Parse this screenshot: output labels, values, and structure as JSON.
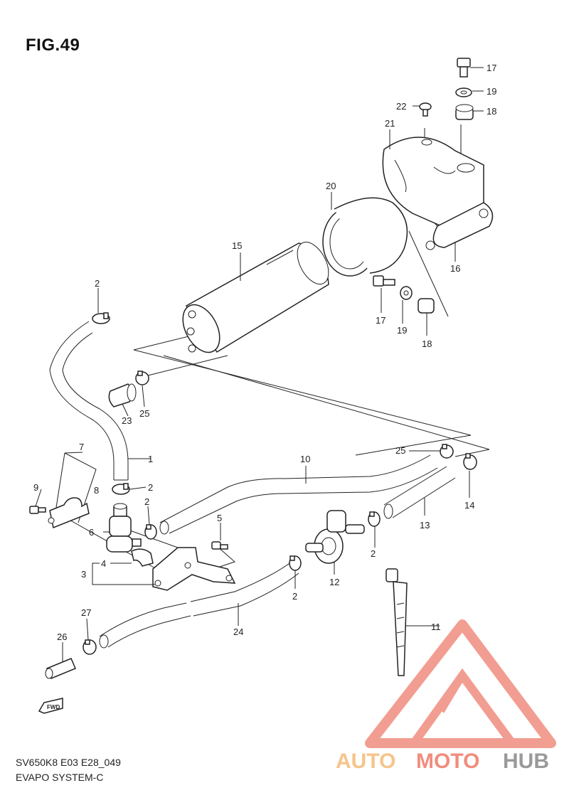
{
  "figure": {
    "title": "FIG.49",
    "code": "SV650K8 E03 E28_049",
    "name": "EVAPO SYSTEM-C"
  },
  "callouts": [
    "1",
    "2",
    "3",
    "4",
    "5",
    "6",
    "7",
    "8",
    "9",
    "10",
    "11",
    "12",
    "13",
    "14",
    "15",
    "16",
    "17",
    "18",
    "19",
    "20",
    "21",
    "22",
    "23",
    "24",
    "25",
    "26",
    "27"
  ],
  "direction_badge": "FWD",
  "watermark": {
    "part1": "AUTO",
    "part2": "MOTO",
    "part3": "HUB",
    "colors": {
      "part1": "#f6c48a",
      "part2": "#f08d7e",
      "part3": "#9a9a9a",
      "triangle": "#f08d7e"
    }
  }
}
